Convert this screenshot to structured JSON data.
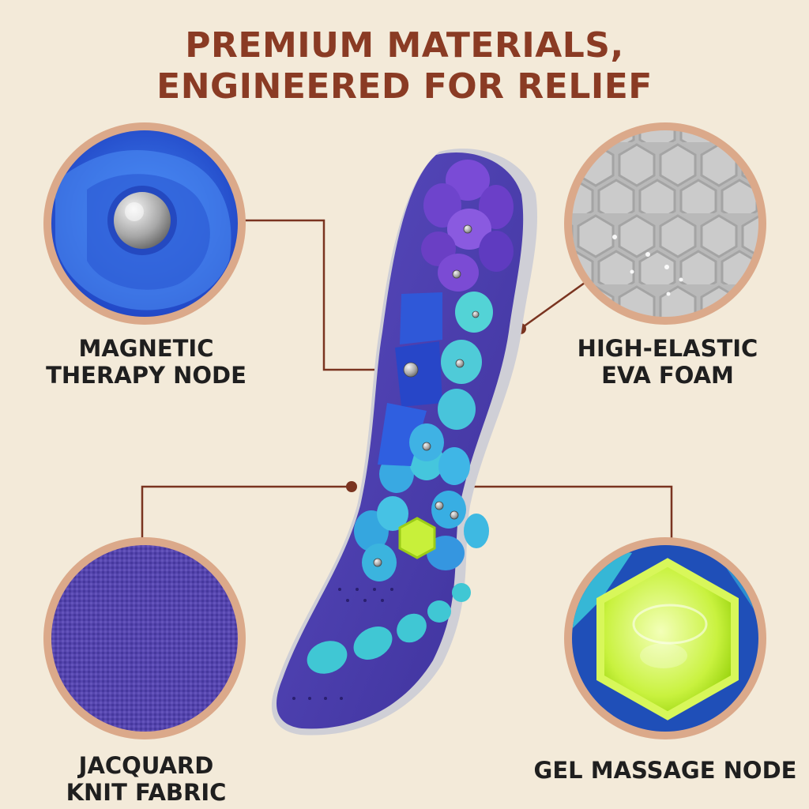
{
  "title": {
    "line1": "PREMIUM MATERIALS,",
    "line2": "ENGINEERED FOR RELIEF"
  },
  "features": [
    {
      "line1": "MAGNETIC",
      "line2": "THERAPY NODE",
      "icon": "magnet-node-closeup"
    },
    {
      "line1": "HIGH-ELASTIC",
      "line2": "EVA FOAM",
      "icon": "hexagon-foam-closeup"
    },
    {
      "line1": "JACQUARD",
      "line2": "KNIT FABRIC",
      "icon": "knit-fabric-closeup"
    },
    {
      "line1": "GEL MASSAGE NODE",
      "icon": "gel-node-closeup"
    }
  ],
  "colors": {
    "background": "#f3ead9",
    "title": "#8a3b24",
    "leader_line": "#7a3420",
    "circle_ring": "#dba98a",
    "insole": "#4b3fa8"
  }
}
